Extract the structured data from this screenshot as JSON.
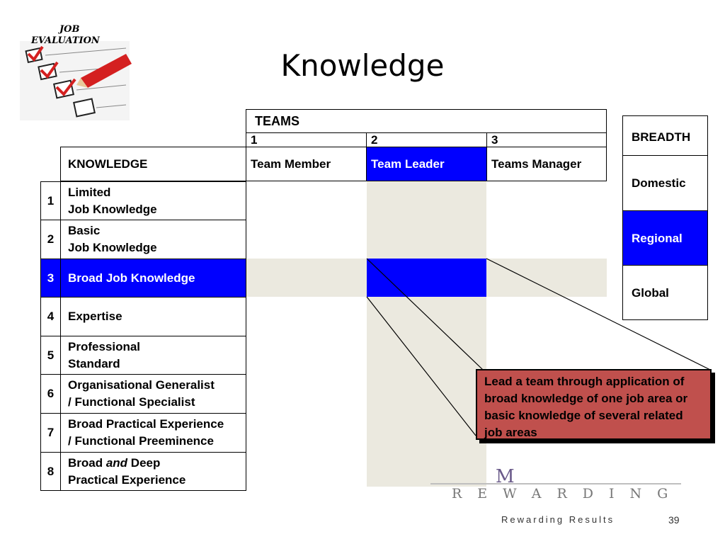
{
  "logo": {
    "line1": "JOB",
    "line2": "EVALUATION"
  },
  "title": "Knowledge",
  "teams": {
    "header": "TEAMS",
    "columns": [
      {
        "num": "1",
        "label": "Team Member"
      },
      {
        "num": "2",
        "label": "Team Leader"
      },
      {
        "num": "3",
        "label": "Teams Manager"
      }
    ]
  },
  "knowledge": {
    "header": "KNOWLEDGE",
    "rows": [
      {
        "num": "1",
        "line1": "Limited",
        "line2": "Job Knowledge"
      },
      {
        "num": "2",
        "line1": "Basic",
        "line2": "Job Knowledge"
      },
      {
        "num": "3",
        "line1": "Broad Job Knowledge",
        "line2": ""
      },
      {
        "num": "4",
        "line1": "Expertise",
        "line2": ""
      },
      {
        "num": "5",
        "line1": "Professional",
        "line2": "Standard"
      },
      {
        "num": "6",
        "line1": "Organisational Generalist",
        "line2": "/ Functional Specialist"
      },
      {
        "num": "7",
        "line1": "Broad Practical Experience",
        "line2": "/ Functional Preeminence"
      },
      {
        "num": "8",
        "line1_a": "Broad ",
        "line1_em": "and",
        "line1_b": " Deep",
        "line2": "Practical Experience"
      }
    ]
  },
  "breadth": {
    "header": "BREADTH",
    "items": [
      "Domestic",
      "Regional",
      "Global"
    ]
  },
  "callout": "Lead a team through application of broad knowledge of one job area or basic knowledge of several related job areas",
  "footer": {
    "mark": "M",
    "wordmark": "REWARDING",
    "tagline": "Rewarding Results",
    "page_number": "39"
  },
  "colors": {
    "highlight": "#0000ff",
    "shade": "#ebe9df",
    "callout": "#c0504d"
  }
}
